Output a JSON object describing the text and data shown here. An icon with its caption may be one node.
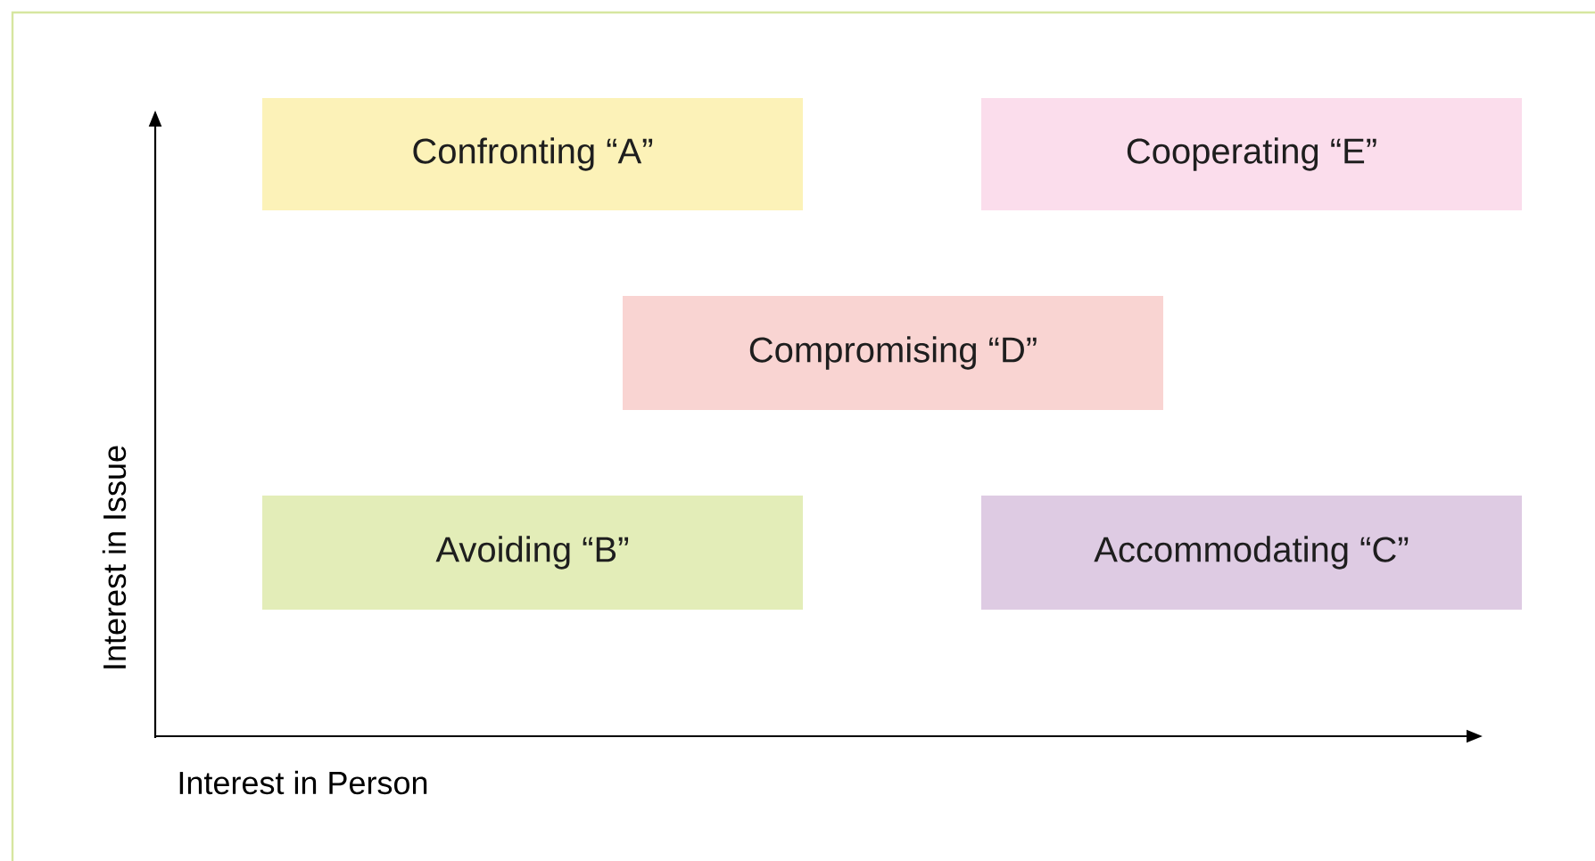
{
  "diagram": {
    "nodes": [
      {
        "text": [
          "Confronting “A”"
        ]
      },
      {
        "text": [
          "Cooperating “E”"
        ]
      },
      {
        "text": [
          "Compromising “D”"
        ]
      },
      {
        "text": [
          "Avoiding “B”"
        ]
      },
      {
        "text": [
          "Accommodating “C”"
        ]
      }
    ],
    "labels": [
      "Interest in Issue",
      "Interest in Person"
    ]
  }
}
